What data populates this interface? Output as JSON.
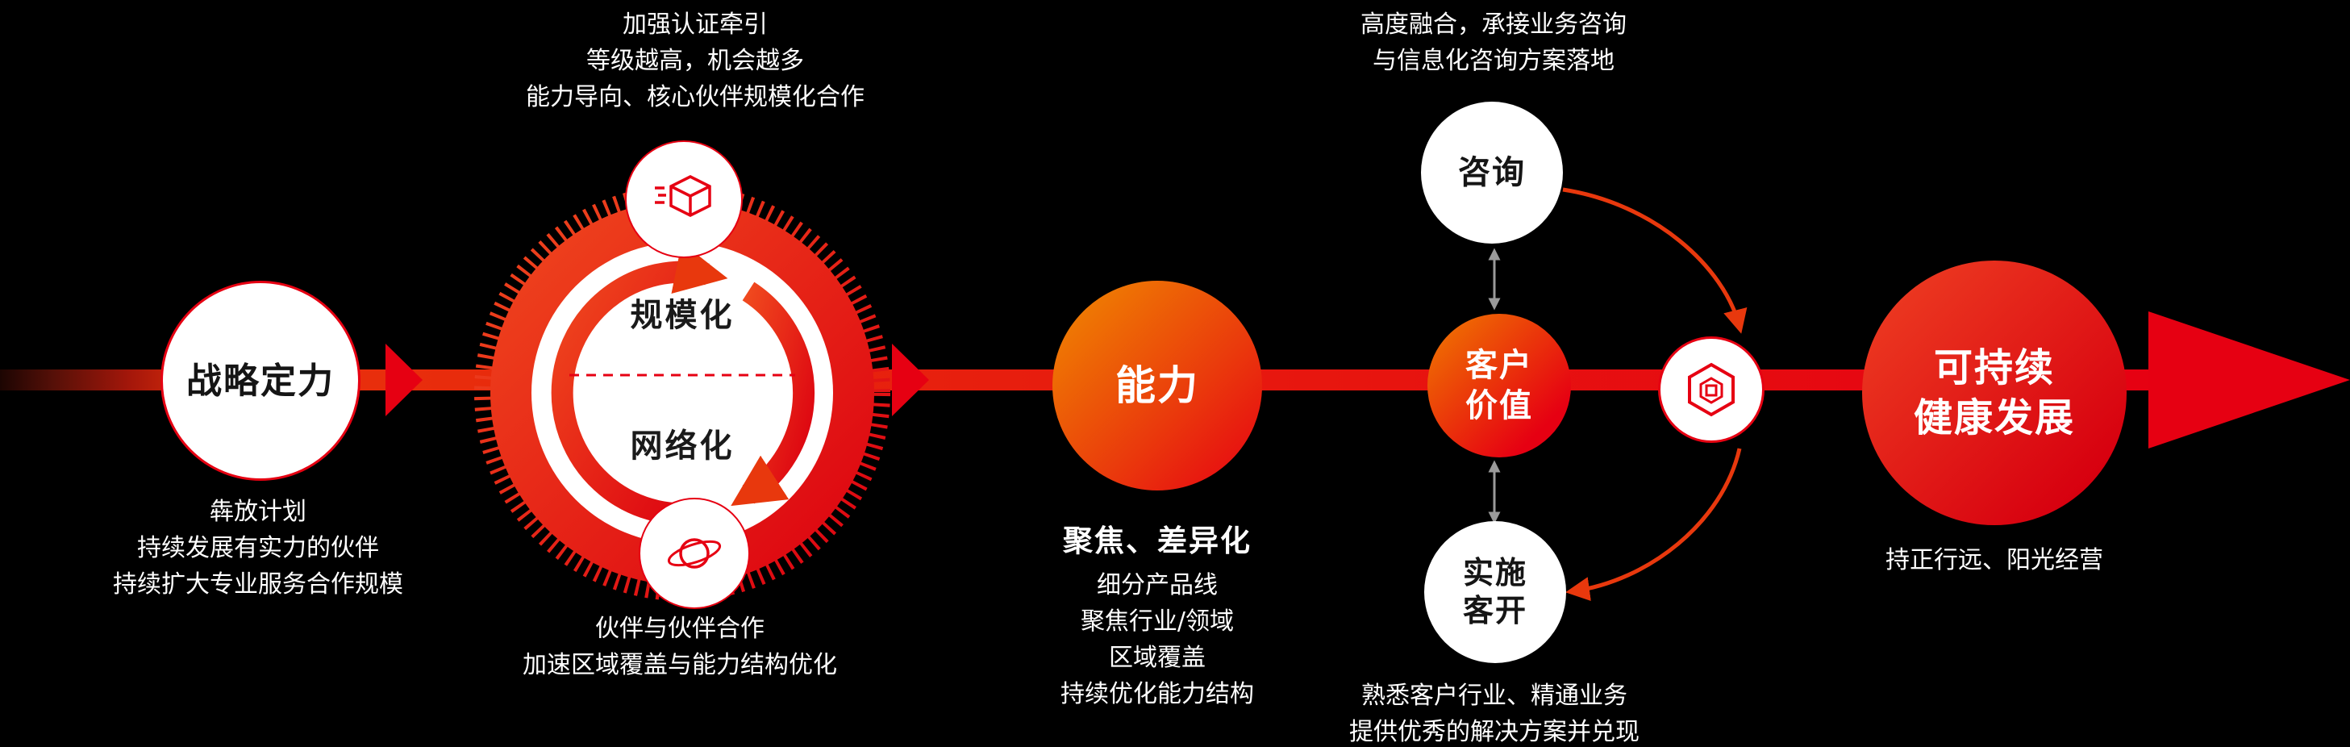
{
  "colors": {
    "background": "#000000",
    "brand_red": "#e60012",
    "brand_orange": "#f08300",
    "note_text": "#ffffff",
    "connector_gray": "#9a9a9a"
  },
  "flow": {
    "stage1": {
      "title": "战略定力",
      "notes": [
        "犇放计划",
        "持续发展有实力的伙伴",
        "持续扩大专业服务合作规模"
      ]
    },
    "stage2": {
      "label_top": "规模化",
      "label_bottom": "网络化",
      "icon_top": "cube-icon",
      "icon_bottom": "planet-icon",
      "notes_top": [
        "加强认证牵引",
        "等级越高，机会越多",
        "能力导向、核心伙伴规模化合作"
      ],
      "notes_bottom": [
        "伙伴与伙伴合作",
        "加速区域覆盖与能力结构优化"
      ]
    },
    "stage3": {
      "title": "能力",
      "subtitle": "聚焦、差异化",
      "notes": [
        "细分产品线",
        "聚焦行业/领域",
        "区域覆盖",
        "持续优化能力结构"
      ]
    },
    "stage4": {
      "title_lines": [
        "客户",
        "价值"
      ],
      "satellite_top": "咨询",
      "satellite_bottom_lines": [
        "实施",
        "客开"
      ],
      "notes_top": [
        "高度融合，承接业务咨询",
        "与信息化咨询方案落地"
      ],
      "notes_bottom": [
        "熟悉客户行业、精通业务",
        "提供优秀的解决方案并兑现"
      ]
    },
    "stage5": {
      "icon": "hexagon-logo-icon"
    },
    "stage6": {
      "title_lines": [
        "可持续",
        "健康发展"
      ],
      "notes": [
        "持正行远、阳光经营"
      ]
    }
  }
}
